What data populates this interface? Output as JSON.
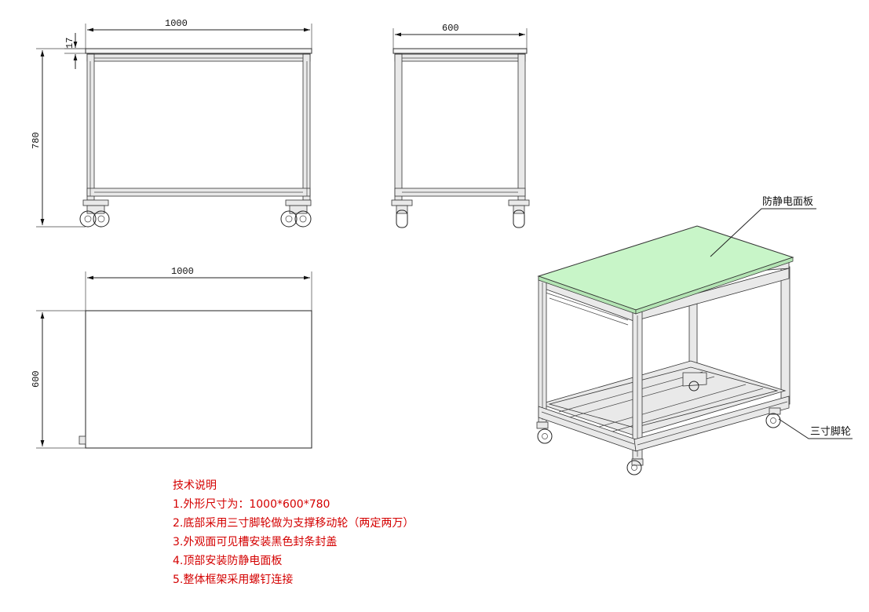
{
  "front_view": {
    "width_label": "1000",
    "height_label": "780",
    "top_thickness_label": "17"
  },
  "side_view": {
    "depth_label": "600"
  },
  "top_view": {
    "width_label": "1000",
    "depth_label": "600"
  },
  "callouts": {
    "panel": "防静电面板",
    "caster": "三寸脚轮"
  },
  "notes": {
    "title": "技术说明",
    "items": [
      "1.外形尺寸为：1000*600*780",
      "2.底部采用三寸脚轮做为支撑移动轮（两定两万）",
      "3.外观面可见槽安装黑色封条封盖",
      "4.顶部安装防静电面板",
      "5.整体框架采用螺钉连接"
    ]
  },
  "colors": {
    "panel_fill": "#c8f5c8",
    "notes_text": "#d40000"
  }
}
